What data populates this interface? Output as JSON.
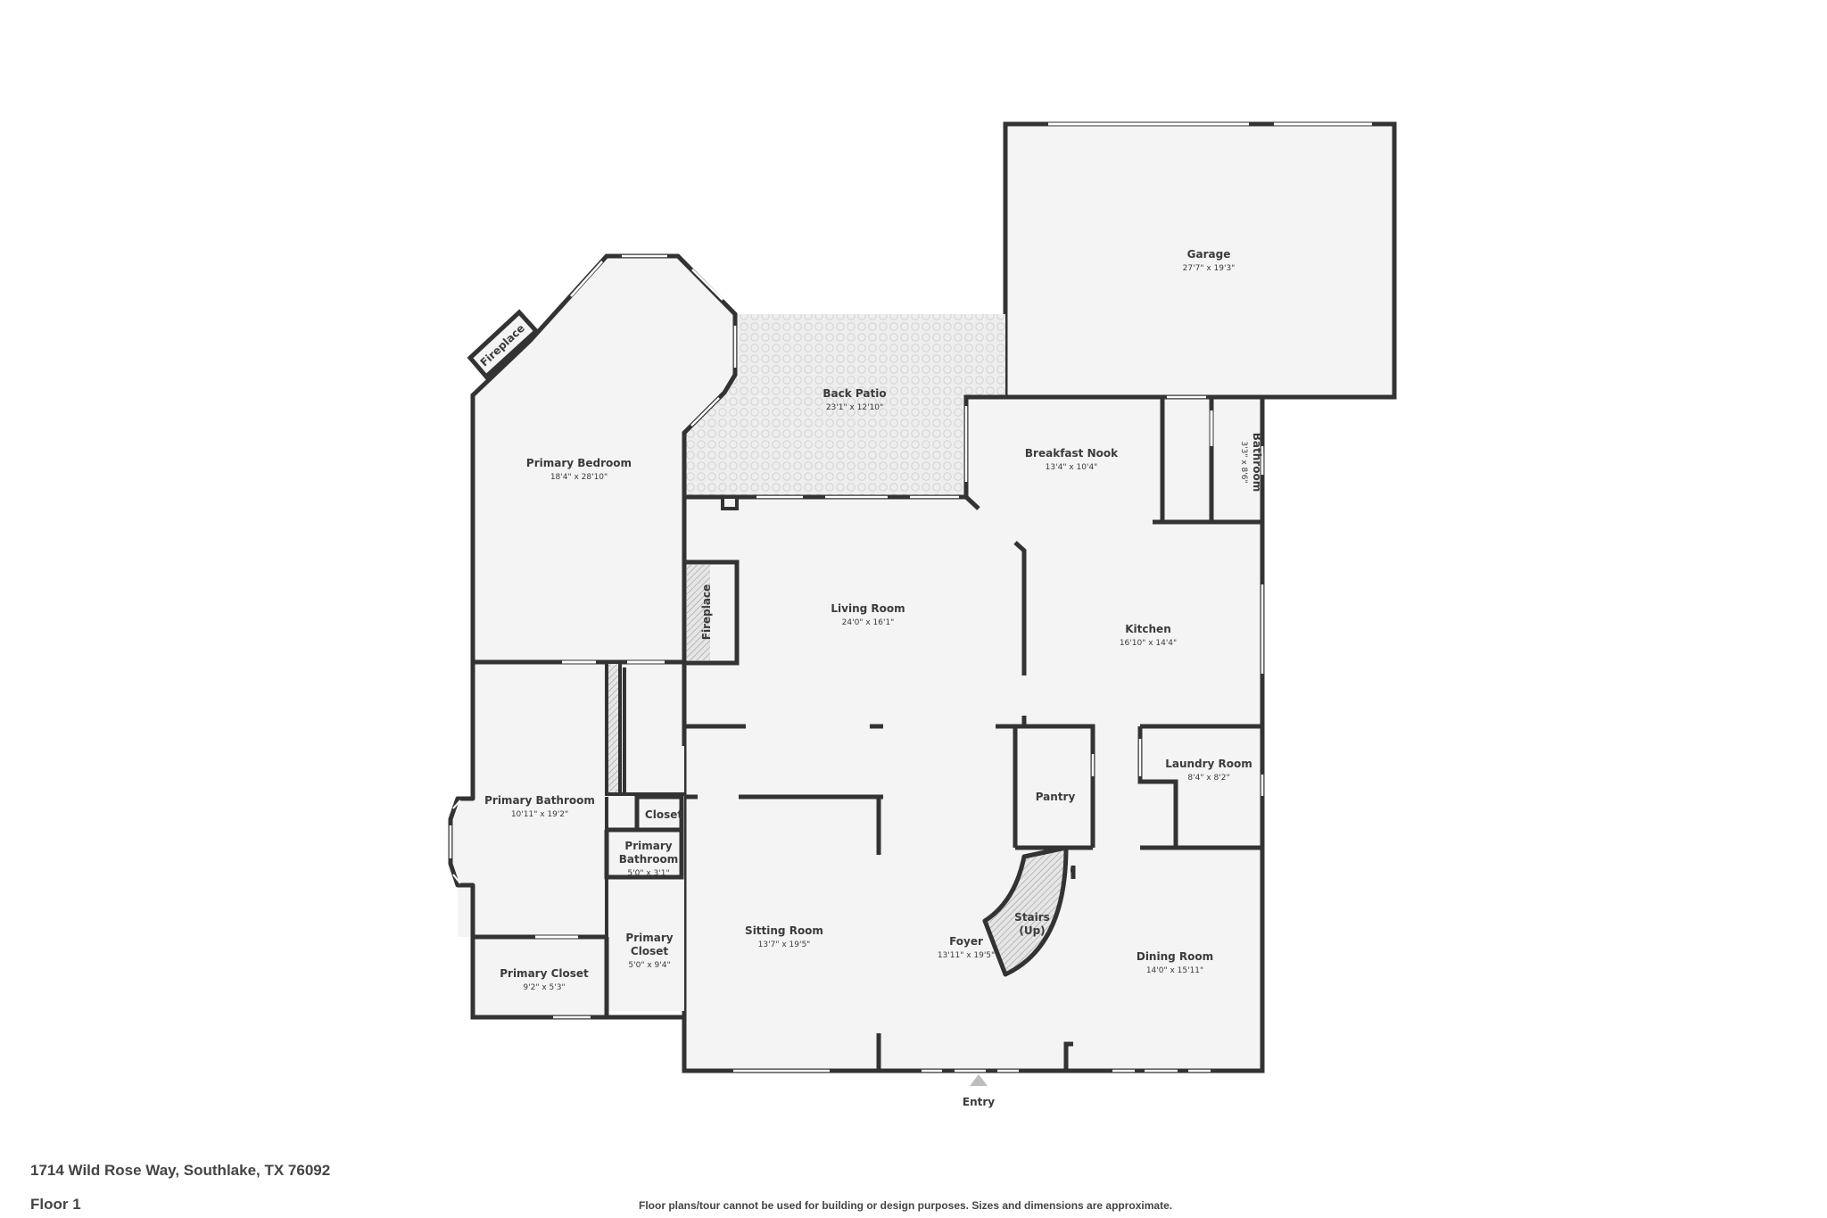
{
  "footer": {
    "address": "1714 Wild Rose Way, Southlake, TX 76092",
    "floor": "Floor 1",
    "disclaimer": "Floor plans/tour cannot be used for building or design purposes. Sizes and dimensions are approximate."
  },
  "entry_label": "Entry",
  "rooms": {
    "garage": {
      "name": "Garage",
      "dim": "27'7\" x 19'3\""
    },
    "back_patio": {
      "name": "Back Patio",
      "dim": "23'1\" x 12'10\""
    },
    "primary_bedroom": {
      "name": "Primary Bedroom",
      "dim": "18'4\" x 28'10\""
    },
    "breakfast_nook": {
      "name": "Breakfast Nook",
      "dim": "13'4\" x 10'4\""
    },
    "bathroom": {
      "name": "Bathroom",
      "dim": "3'3\" x 8'6\""
    },
    "living_room": {
      "name": "Living Room",
      "dim": "24'0\" x 16'1\""
    },
    "kitchen": {
      "name": "Kitchen",
      "dim": "16'10\" x 14'4\""
    },
    "fireplace_living": {
      "name": "Fireplace"
    },
    "fireplace_bedroom": {
      "name": "Fireplace"
    },
    "primary_bathroom": {
      "name": "Primary Bathroom",
      "dim": "10'11\" x 19'2\""
    },
    "closet": {
      "name": "Closet"
    },
    "primary_bathroom_small": {
      "name_line1": "Primary",
      "name_line2": "Bathroom",
      "dim": "5'0\" x 3'1\""
    },
    "pantry": {
      "name": "Pantry"
    },
    "laundry_room": {
      "name": "Laundry Room",
      "dim": "8'4\" x 8'2\""
    },
    "sitting_room": {
      "name": "Sitting Room",
      "dim": "13'7\" x 19'5\""
    },
    "foyer": {
      "name": "Foyer",
      "dim": "13'11\" x 19'5\""
    },
    "stairs": {
      "name_line1": "Stairs",
      "name_line2": "(Up)"
    },
    "dining_room": {
      "name": "Dining Room",
      "dim": "14'0\" x 15'11\""
    },
    "primary_closet_small": {
      "name_line1": "Primary",
      "name_line2": "Closet",
      "dim": "5'0\" x 9'4\""
    },
    "primary_closet": {
      "name": "Primary Closet",
      "dim": "9'2\" x 5'3\""
    }
  },
  "colors": {
    "wall": "#333333",
    "floor": "#f4f4f4",
    "patio": "#ececec",
    "window": "#ffffff"
  }
}
